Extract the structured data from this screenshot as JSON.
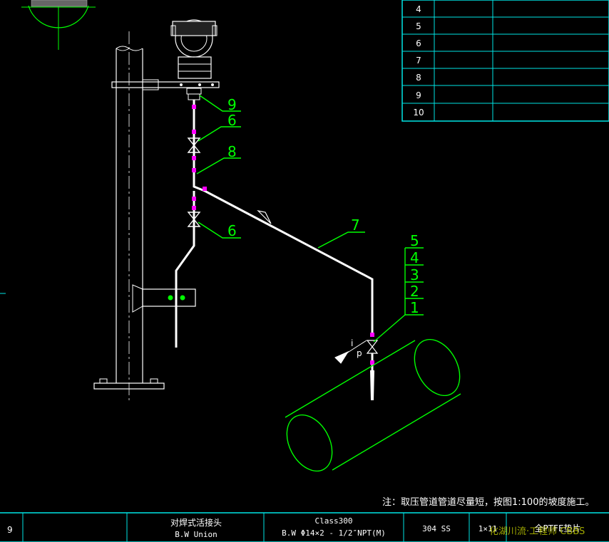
{
  "revision_table": {
    "rows": [
      "4",
      "5",
      "6",
      "7",
      "8",
      "9",
      "10"
    ]
  },
  "part_labels": {
    "valve_upper": "6",
    "valve_lower": "6",
    "union": "9",
    "elbow": "8",
    "impulse_line": "7",
    "stack": [
      "5",
      "4",
      "3",
      "2",
      "1"
    ]
  },
  "slope_symbol": {
    "i": "i",
    "p": "p"
  },
  "note": "注：取压管道管道尽量短，按图1:100的坡度施工。",
  "bom_row": {
    "item_no": "9",
    "name_cn": "对焊式活接头",
    "name_en": "B.W Union",
    "spec_line1": "Class300",
    "spec_line2": "B.W Φ14×2 - 1/2″NPT(M)",
    "material": "304 SS",
    "quantity": "1×11",
    "remark": "全PTFE垫片"
  },
  "watermark": "化湖川流·工程师 CBBS"
}
